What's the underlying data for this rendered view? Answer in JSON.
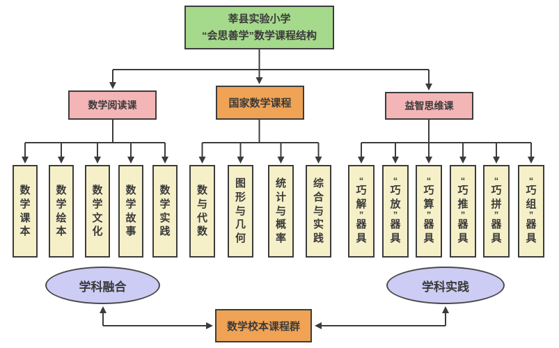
{
  "diagram": {
    "title": {
      "line1": "莘县实验小学",
      "line2": "“会思善学”数学课程结构"
    },
    "branches": [
      {
        "label": "数学阅读课",
        "children": [
          "数学课本",
          "数学绘本",
          "数学文化",
          "数学故事",
          "数学实践"
        ]
      },
      {
        "label": "国家数学课程",
        "children": [
          "数与代数",
          "图形与几何",
          "统计与概率",
          "综合与实践"
        ]
      },
      {
        "label": "益智思维课",
        "children": [
          "“巧解”器具",
          "“巧放”器具",
          "“巧算”器具",
          "“巧推”器具",
          "“巧拼”器具",
          "“巧组”器具"
        ]
      }
    ],
    "ellipses": {
      "left": "学科融合",
      "right": "学科实践"
    },
    "bottom": {
      "label": "数学校本课程群"
    },
    "colors": {
      "root_fill": "#a5d98b",
      "branch_pink": "#f4b5b7",
      "branch_orange": "#f0a355",
      "leaf_fill": "#f6f0c9",
      "ellipse_fill": "#cdccf4",
      "line": "#3b3b3b"
    }
  }
}
